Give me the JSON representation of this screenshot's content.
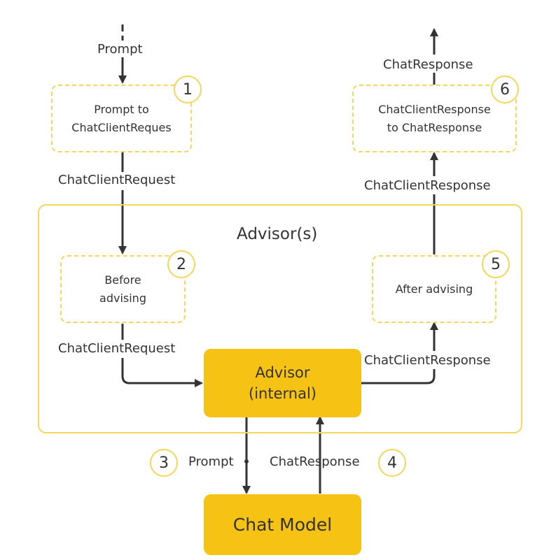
{
  "advisors_container": {
    "title": "Advisor(s)"
  },
  "steps": {
    "s1": {
      "number": "1",
      "line1": "Prompt to",
      "line2": "ChatClientReques"
    },
    "s2": {
      "number": "2",
      "line1": "Before",
      "line2": "advising"
    },
    "s3": {
      "number": "3"
    },
    "s4": {
      "number": "4"
    },
    "s5": {
      "number": "5",
      "line1": "After advising"
    },
    "s6": {
      "number": "6",
      "line1": "ChatClientResponse",
      "line2": "to ChatResponse"
    }
  },
  "advisor_internal": {
    "line1": "Advisor",
    "line2": "(internal)"
  },
  "chat_model": {
    "label": "Chat Model"
  },
  "edges": {
    "prompt_in": "Prompt",
    "chat_client_request_1": "ChatClientRequest",
    "chat_client_request_2": "ChatClientRequest",
    "chat_client_response_1": "ChatClientResponse",
    "chat_client_response_2": "ChatClientResponse",
    "chat_response_out": "ChatResponse",
    "prompt_to_model": "Prompt",
    "chat_response_from_model": "ChatResponse"
  },
  "colors": {
    "accent": "#f6c314",
    "dashed": "#f6d55c",
    "line": "#333333"
  }
}
